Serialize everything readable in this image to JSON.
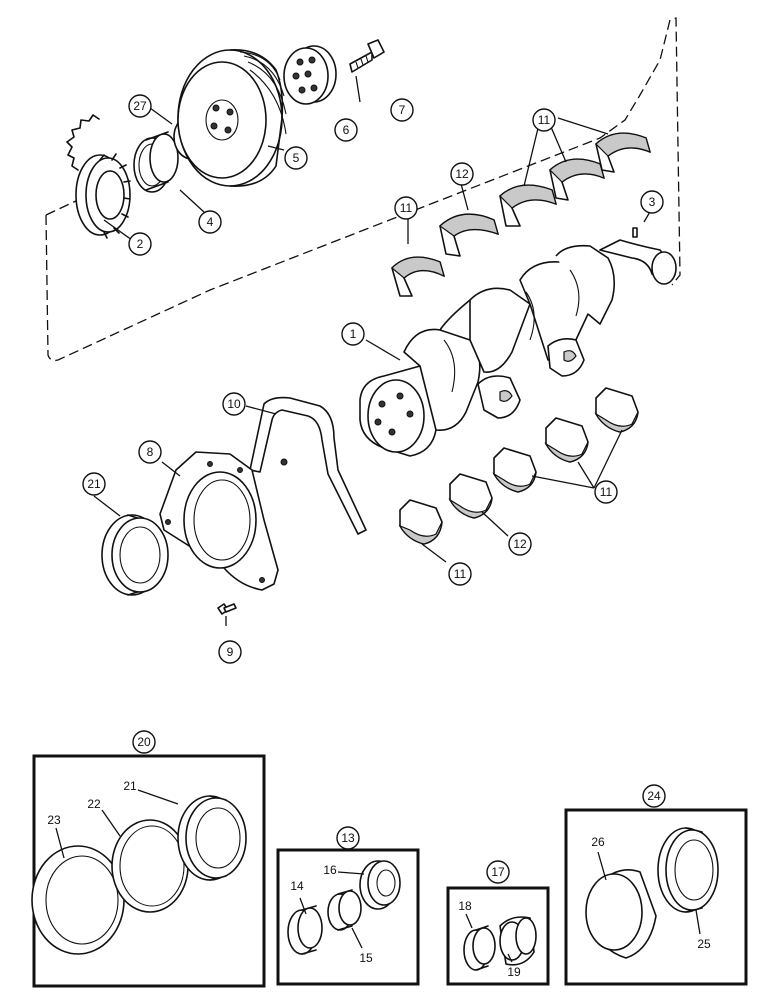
{
  "callouts": {
    "c1": "1",
    "c2": "2",
    "c3": "3",
    "c4": "4",
    "c5": "5",
    "c6": "6",
    "c7": "7",
    "c8": "8",
    "c9": "9",
    "c10": "10",
    "c11a": "11",
    "c11b": "11",
    "c11c": "11",
    "c11d": "11",
    "c12a": "12",
    "c12b": "12",
    "c13": "13",
    "c17": "17",
    "c20": "20",
    "c21": "21",
    "c24": "24",
    "c27": "27"
  },
  "labels": {
    "l14": "14",
    "l15": "15",
    "l16": "16",
    "l18": "18",
    "l19": "19",
    "l21": "21",
    "l22": "22",
    "l23": "23",
    "l25": "25",
    "l26": "26"
  }
}
